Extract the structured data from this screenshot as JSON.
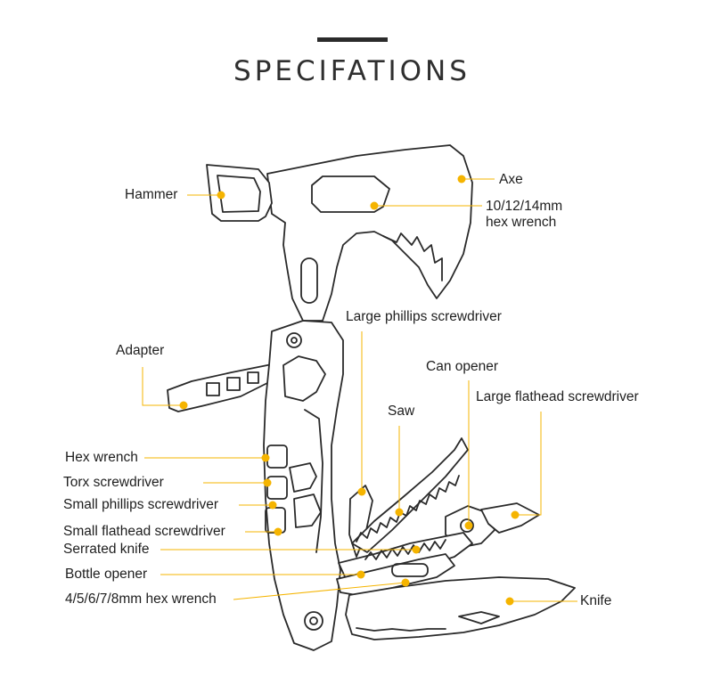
{
  "title": "SPECIFATIONS",
  "accent_color": "#f5b400",
  "labels": {
    "hammer": "Hammer",
    "axe": "Axe",
    "hex_wrench_large": "10/12/14mm hex wrench",
    "adapter": "Adapter",
    "large_phillips": "Large phillips screwdriver",
    "can_opener": "Can opener",
    "large_flathead": "Large flathead screwdriver",
    "saw": "Saw",
    "hex_wrench": "Hex wrench",
    "torx": "Torx screwdriver",
    "small_phillips": "Small phillips screwdriver",
    "small_flathead": "Small flathead screwdriver",
    "serrated_knife": "Serrated knife",
    "bottle_opener": "Bottle opener",
    "hex_wrench_multi": "4/5/6/7/8mm hex wrench",
    "knife": "Knife"
  }
}
